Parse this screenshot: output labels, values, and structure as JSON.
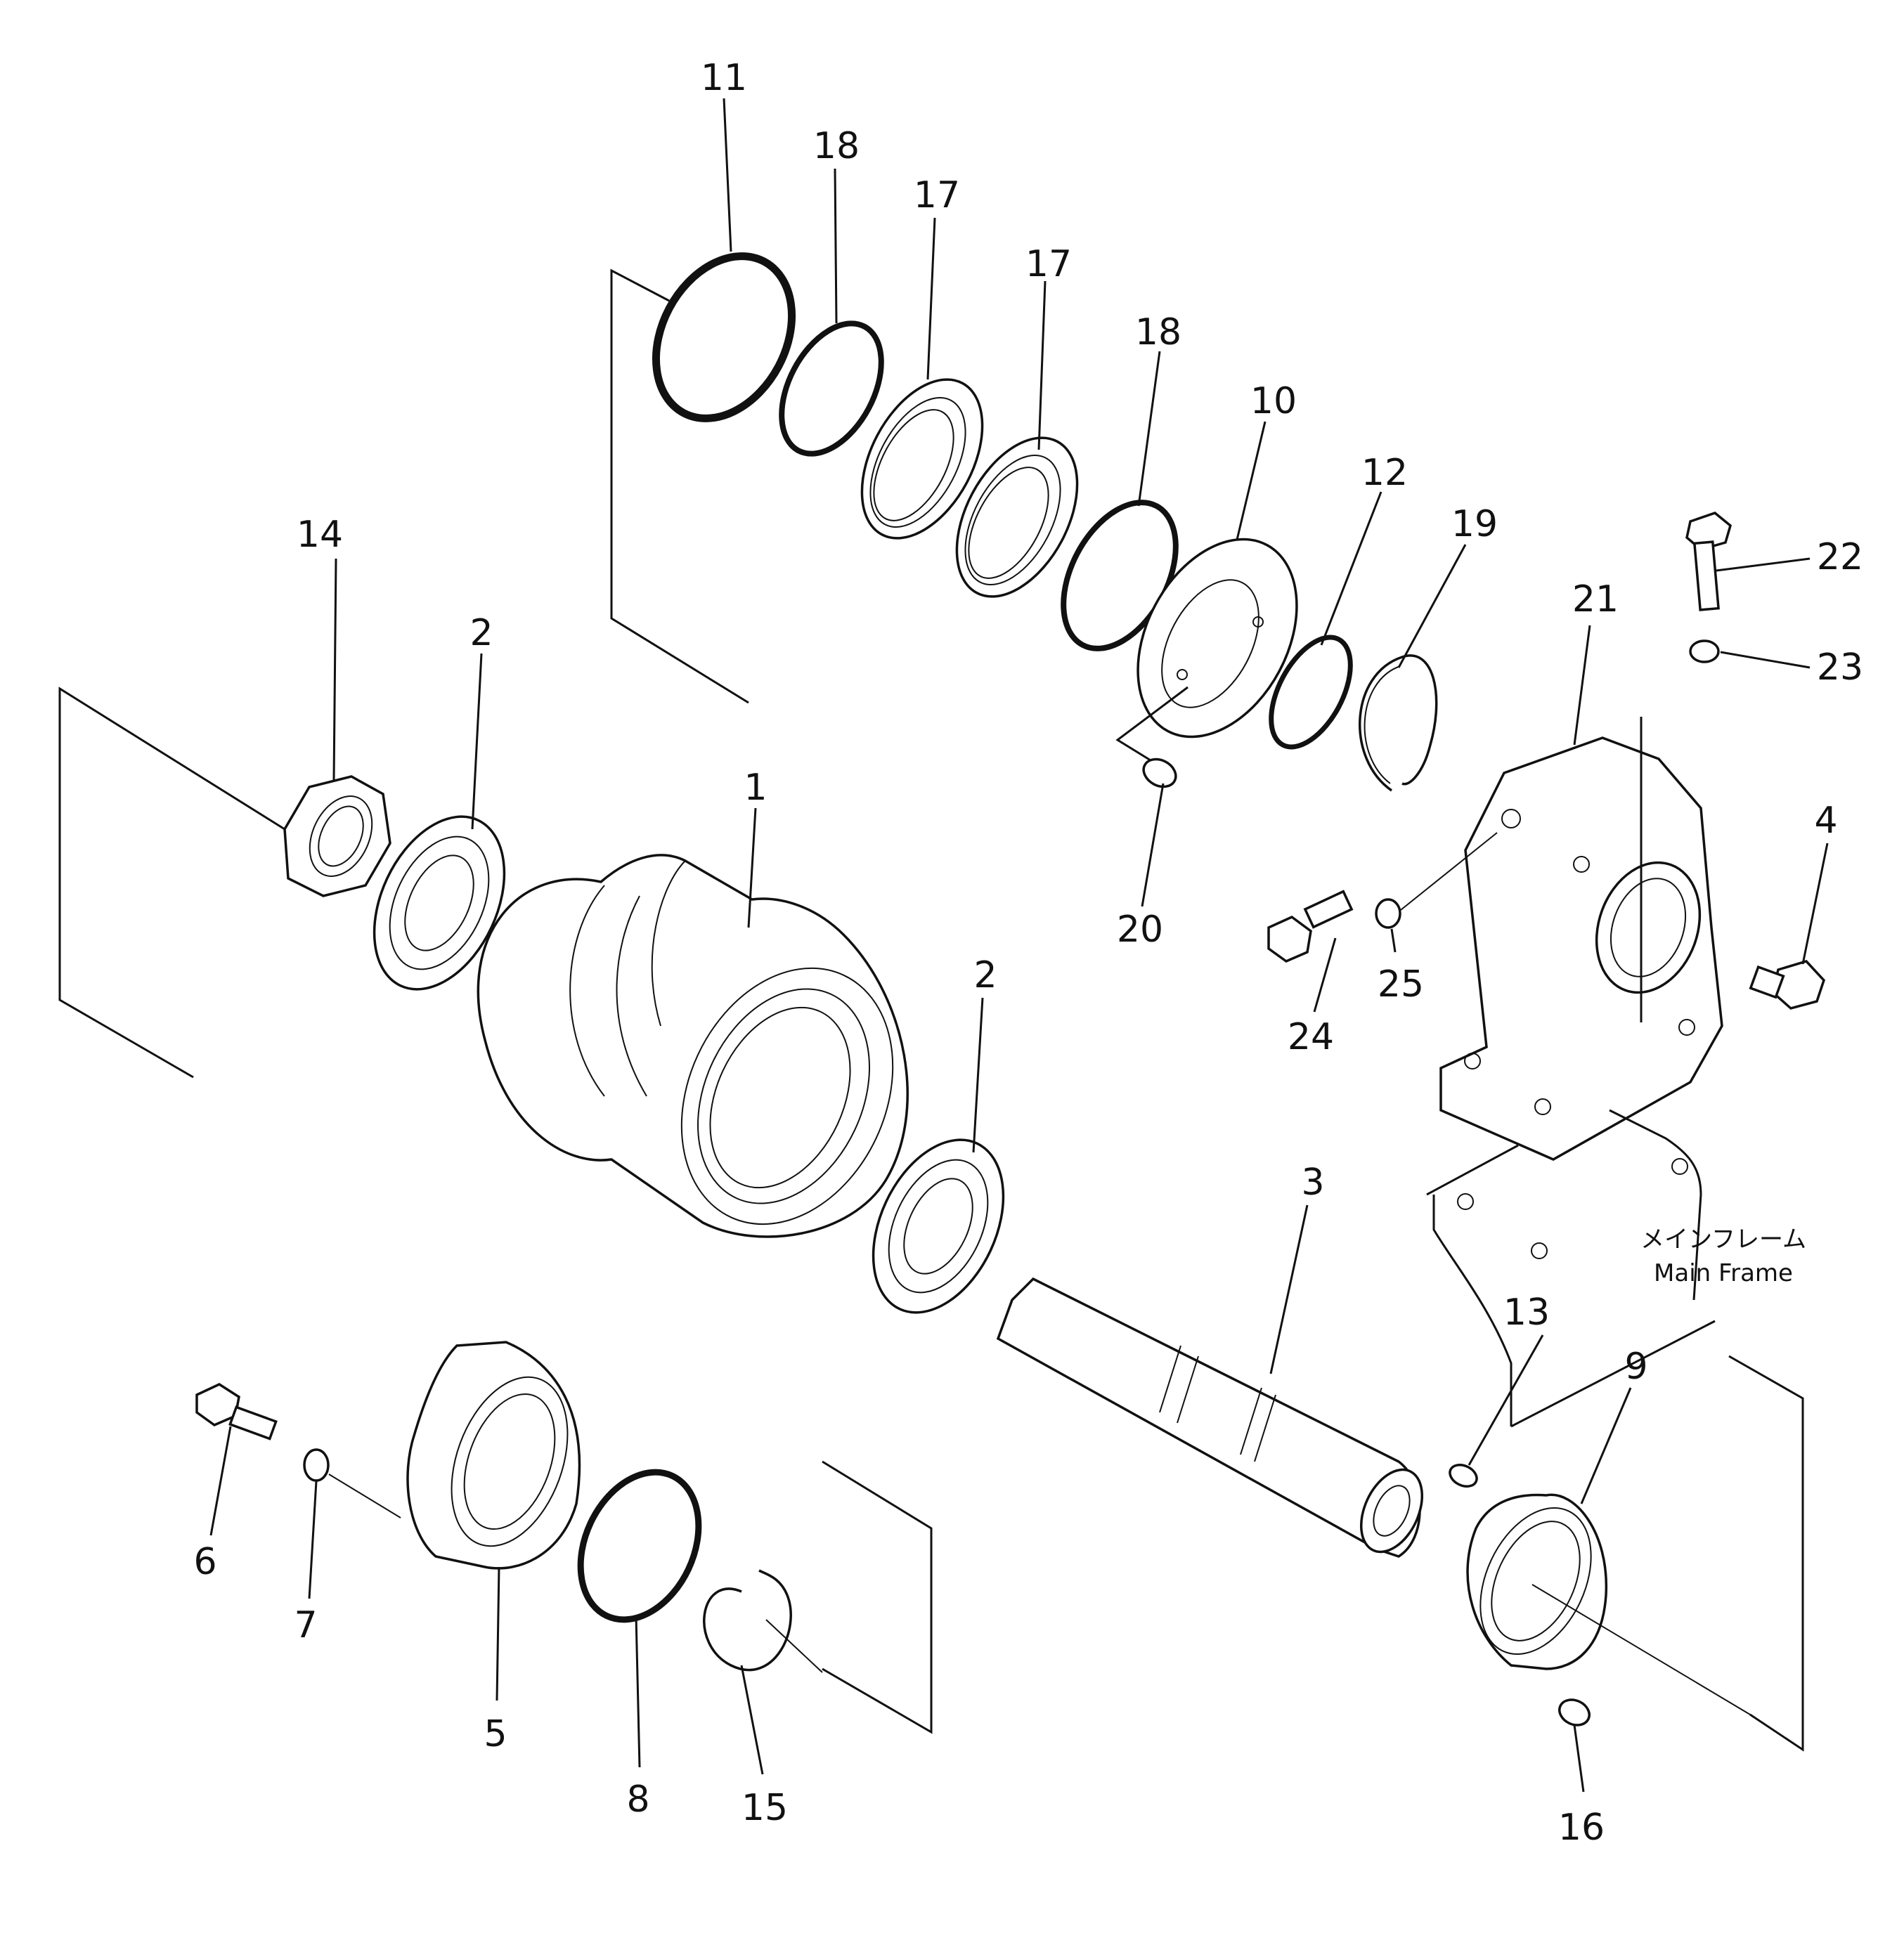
{
  "callouts": {
    "c1": "1",
    "c2a": "2",
    "c2b": "2",
    "c3": "3",
    "c4": "4",
    "c5": "5",
    "c6": "6",
    "c7": "7",
    "c8": "8",
    "c9": "9",
    "c10": "10",
    "c11": "11",
    "c12": "12",
    "c13": "13",
    "c14": "14",
    "c15": "15",
    "c16": "16",
    "c17a": "17",
    "c17b": "17",
    "c18a": "18",
    "c18b": "18",
    "c19": "19",
    "c20": "20",
    "c21": "21",
    "c22": "22",
    "c23": "23",
    "c24": "24",
    "c25": "25"
  },
  "annotation": {
    "japanese": "メインフレーム",
    "english": "Main Frame"
  }
}
